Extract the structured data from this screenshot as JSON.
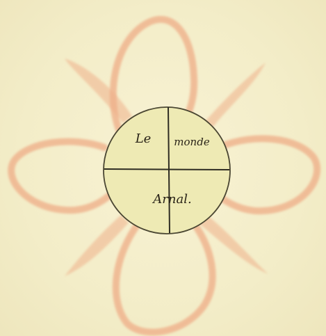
{
  "drawing": {
    "quadrant_words": {
      "top_left": "Le",
      "top_right": "monde",
      "bottom": "Arnal."
    },
    "colors": {
      "paper": "#f6f0cf",
      "petal": "#efb18b",
      "disc": "#eeeab4",
      "ink": "#2a2418"
    }
  }
}
